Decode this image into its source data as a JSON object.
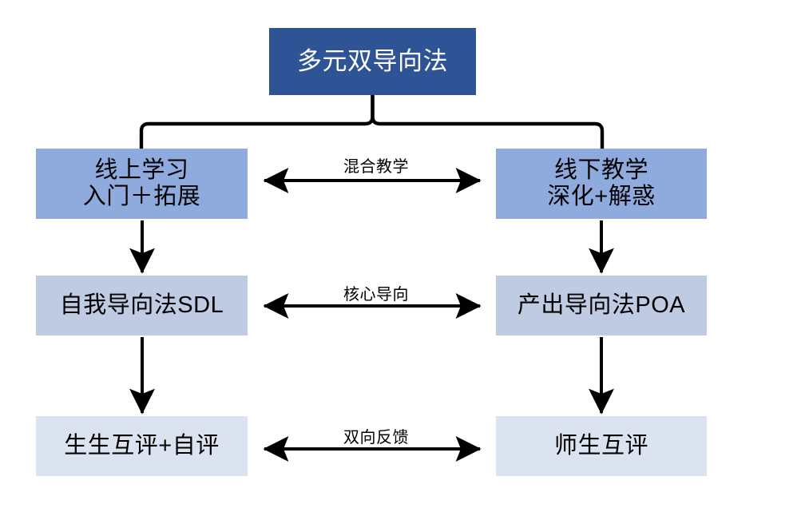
{
  "diagram": {
    "title_node": {
      "label": "多元双导向法",
      "color": "#2e5496",
      "text_color": "#ffffff"
    },
    "columns": {
      "left_label": "online-track",
      "right_label": "offline-track"
    },
    "rows": [
      {
        "name": "mode-row",
        "color": "#8faadc",
        "left": {
          "line1": "线上学习",
          "line2": "入门＋拓展"
        },
        "right": {
          "line1": "线下教学",
          "line2": "深化+解惑"
        },
        "connector_label": "混合教学"
      },
      {
        "name": "approach-row",
        "color": "#bfcbe3",
        "left": {
          "line1": "自我导向法SDL"
        },
        "right": {
          "line1": "产出导向法POA"
        },
        "connector_label": "核心导向"
      },
      {
        "name": "evaluation-row",
        "color": "#dbe2f0",
        "left": {
          "line1": "生生互评+自评"
        },
        "right": {
          "line1": "师生互评"
        },
        "connector_label": "双向反馈"
      }
    ],
    "connectors": {
      "brace": {
        "name": "title-split-brace",
        "style": "curly-brace",
        "arrowheads": "none",
        "stroke": "#000000"
      },
      "vertical": {
        "name": "down-arrow",
        "style": "straight",
        "arrowheads": "end",
        "stroke": "#000000"
      },
      "horizontal": {
        "name": "bidirectional-arrow",
        "style": "straight",
        "arrowheads": "both",
        "stroke": "#000000"
      }
    }
  }
}
